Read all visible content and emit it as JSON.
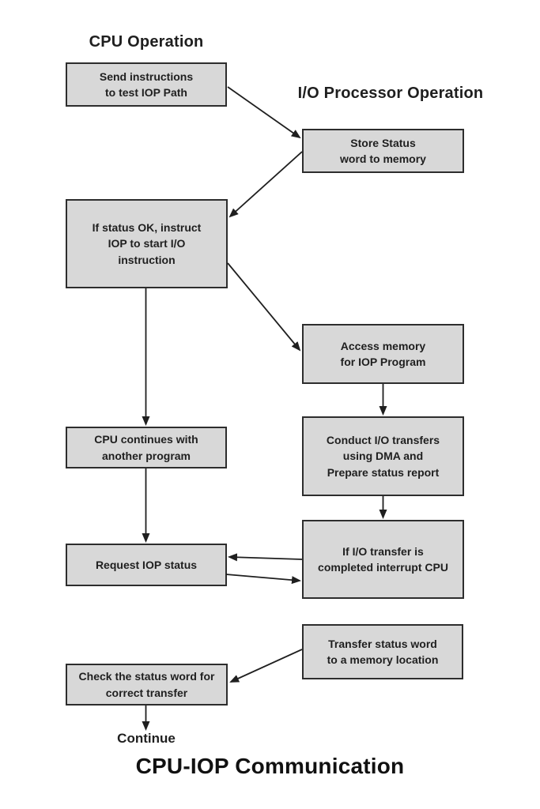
{
  "diagram": {
    "left_column_title": "CPU Operation",
    "right_column_title": "I/O Processor Operation",
    "bottom_title": "CPU-IOP Communication",
    "terminal_label": "Continue",
    "colors": {
      "background": "#ffffff",
      "box_fill": "#d8d8d8",
      "box_border": "#2d2d2d",
      "arrow": "#1f1f1f",
      "text": "#1f1f1f"
    },
    "nodes": {
      "send_instructions": {
        "label": "Send instructions\nto test IOP Path",
        "column": "CPU Operation"
      },
      "store_status": {
        "label": "Store Status\nword to memory",
        "column": "I/O Processor Operation"
      },
      "if_status_ok": {
        "label": "If status OK, instruct\nIOP to start I/O\ninstruction",
        "column": "CPU Operation"
      },
      "access_memory": {
        "label": "Access memory\nfor IOP Program",
        "column": "I/O Processor Operation"
      },
      "cpu_continues": {
        "label": "CPU continues with\nanother program",
        "column": "CPU Operation"
      },
      "conduct_transfers": {
        "label": "Conduct I/O transfers\nusing DMA and\nPrepare status report",
        "column": "I/O Processor Operation"
      },
      "request_status": {
        "label": "Request IOP status",
        "column": "CPU Operation"
      },
      "interrupt_cpu": {
        "label": "If I/O transfer is\ncompleted interrupt CPU",
        "column": "I/O Processor Operation"
      },
      "transfer_status_word": {
        "label": "Transfer status word\nto a memory location",
        "column": "I/O Processor Operation"
      },
      "check_status_word": {
        "label": "Check the status word for\ncorrect transfer",
        "column": "CPU Operation"
      }
    },
    "edges": [
      {
        "from": "send_instructions",
        "to": "store_status"
      },
      {
        "from": "store_status",
        "to": "if_status_ok"
      },
      {
        "from": "if_status_ok",
        "to": "cpu_continues"
      },
      {
        "from": "if_status_ok",
        "to": "access_memory"
      },
      {
        "from": "access_memory",
        "to": "conduct_transfers"
      },
      {
        "from": "conduct_transfers",
        "to": "interrupt_cpu"
      },
      {
        "from": "cpu_continues",
        "to": "request_status"
      },
      {
        "from": "interrupt_cpu",
        "to": "request_status"
      },
      {
        "from": "request_status",
        "to": "interrupt_cpu"
      },
      {
        "from": "transfer_status_word",
        "to": "check_status_word"
      },
      {
        "from": "check_status_word",
        "to": "continue"
      }
    ]
  }
}
